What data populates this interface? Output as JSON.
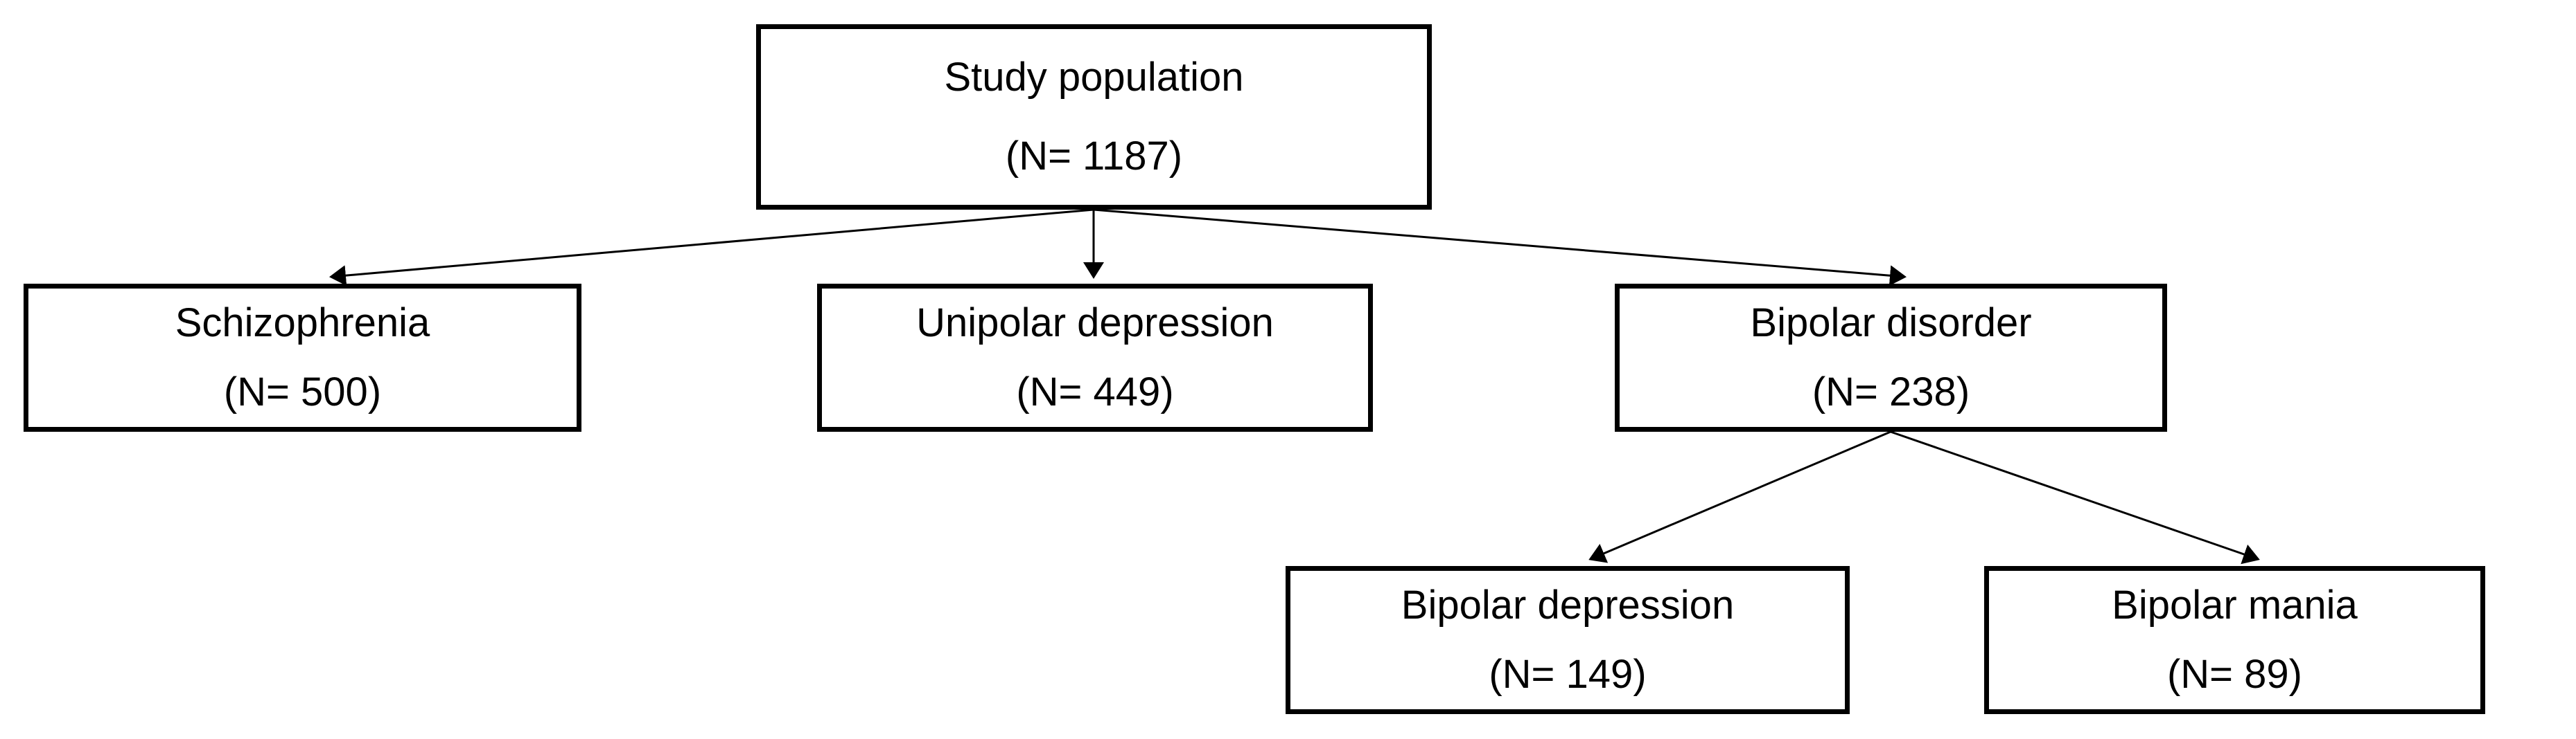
{
  "diagram": {
    "colors": {
      "background": "#ffffff",
      "box_border": "#000000",
      "text": "#000000",
      "arrow": "#000000"
    },
    "nodes": {
      "study_population": {
        "label": "Study population",
        "count": "(N= 1187)"
      },
      "schizophrenia": {
        "label": "Schizophrenia",
        "count": "(N= 500)"
      },
      "unipolar_depression": {
        "label": "Unipolar depression",
        "count": "(N= 449)"
      },
      "bipolar_disorder": {
        "label": "Bipolar disorder",
        "count": "(N= 238)"
      },
      "bipolar_depression": {
        "label": "Bipolar depression",
        "count": "(N= 149)"
      },
      "bipolar_mania": {
        "label": "Bipolar mania",
        "count": "(N= 89)"
      }
    },
    "edges": [
      {
        "from": "Study population",
        "to": "Schizophrenia"
      },
      {
        "from": "Study population",
        "to": "Unipolar depression"
      },
      {
        "from": "Study population",
        "to": "Bipolar disorder"
      },
      {
        "from": "Bipolar disorder",
        "to": "Bipolar depression"
      },
      {
        "from": "Bipolar disorder",
        "to": "Bipolar mania"
      }
    ]
  }
}
